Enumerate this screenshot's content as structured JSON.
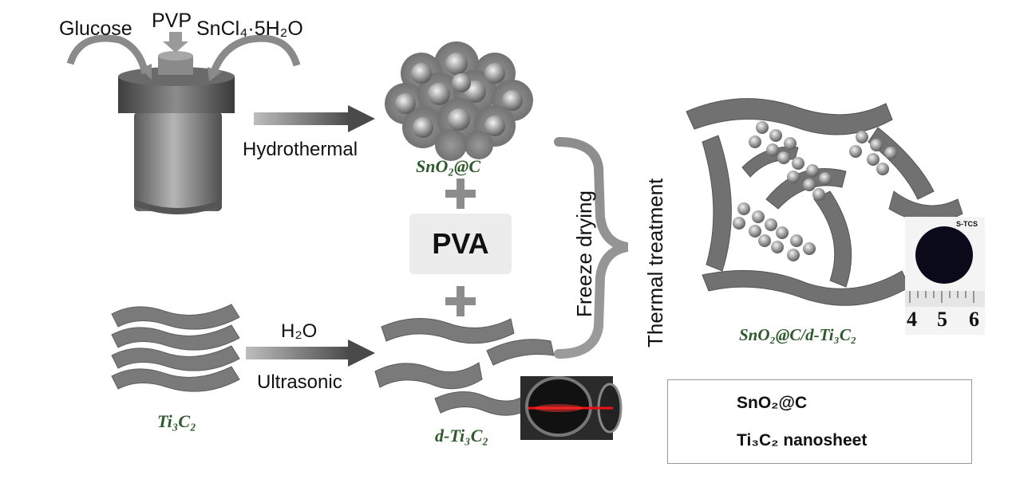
{
  "labels": {
    "glucose": "Glucose",
    "pvp": "PVP",
    "sncl4": "SnCl₄·5H₂O",
    "hydrothermal": "Hydrothermal",
    "sno2c": "SnO₂@C",
    "pva": "PVA",
    "h2o": "H₂O",
    "ultrasonic": "Ultrasonic",
    "ti3c2": "Ti₃C₂",
    "d_ti3c2": "d-Ti₃C₂",
    "freeze_drying": "Freeze drying",
    "thermal_treatment": "Thermal treatment",
    "product": "SnO₂@C/d-Ti₃C₂",
    "photo_tag": "S-TCS",
    "ruler_ticks": [
      "4",
      "5",
      "6"
    ]
  },
  "legend": {
    "items": [
      {
        "icon": "sphere-icon",
        "label": "SnO₂@C"
      },
      {
        "icon": "nanosheet-icon",
        "label": "Ti₃C₂ nanosheet"
      }
    ]
  },
  "colors": {
    "sheet": "#6f6f6f",
    "sphere_shell": "#8a8a8a",
    "sphere_core": "#d9d9d9",
    "italic_label": "#2f5a2c",
    "arrow": "#5a5a5a"
  }
}
